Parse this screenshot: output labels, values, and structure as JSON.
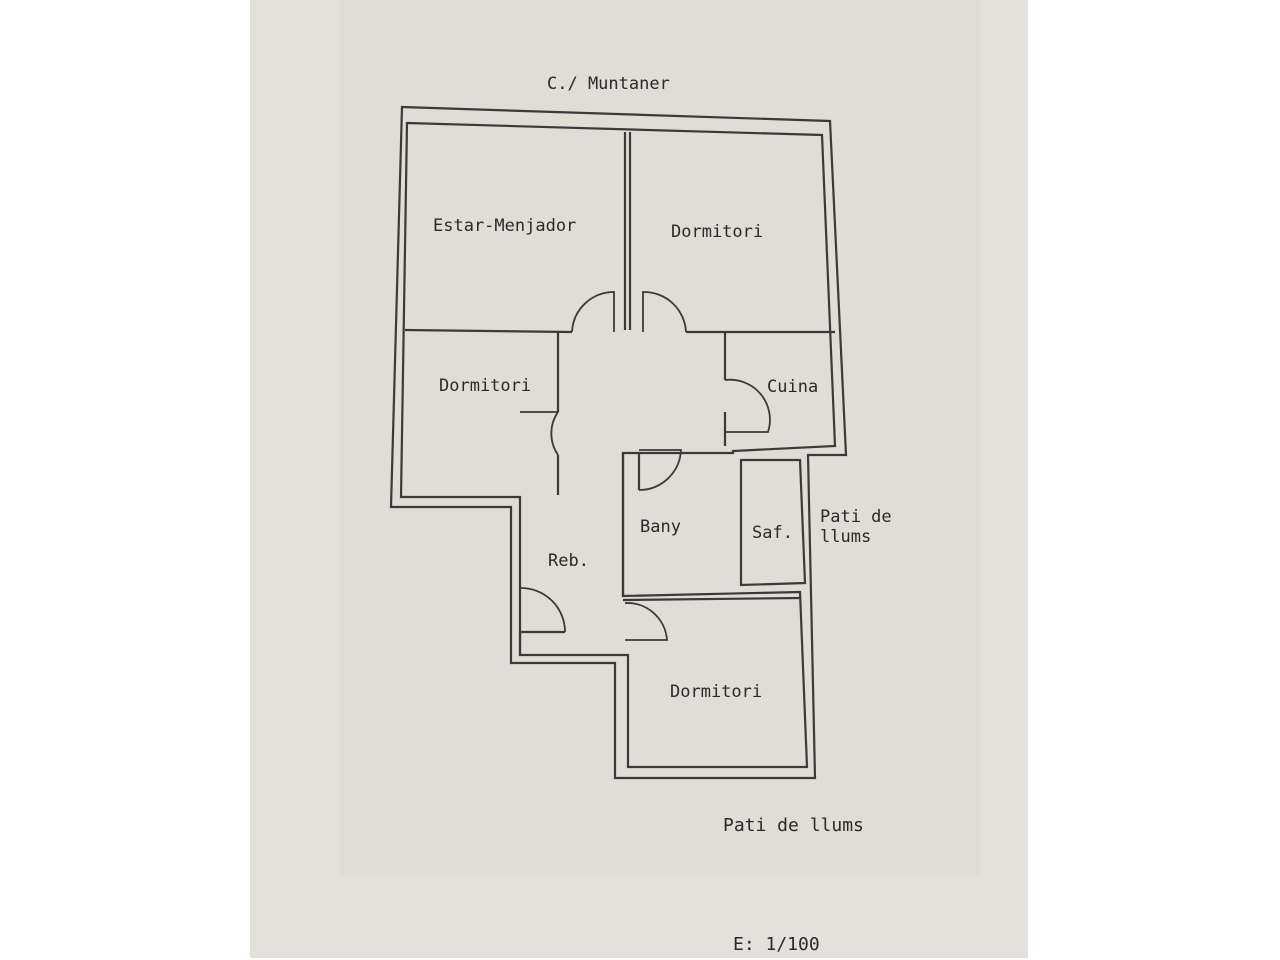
{
  "plan": {
    "street_label": "C./ Muntaner",
    "scale_label": "E: 1/100",
    "rooms": [
      {
        "id": "estar",
        "label": "Estar-Menjador"
      },
      {
        "id": "dorm1",
        "label": "Dormitori"
      },
      {
        "id": "dorm2",
        "label": "Dormitori"
      },
      {
        "id": "cuina",
        "label": "Cuina"
      },
      {
        "id": "bany",
        "label": "Bany"
      },
      {
        "id": "saf",
        "label": "Saf."
      },
      {
        "id": "reb",
        "label": "Reb."
      },
      {
        "id": "dorm3",
        "label": "Dormitori"
      }
    ],
    "pati_side_line1": "Pati de",
    "pati_side_line2": "llums",
    "pati_bottom": "Pati de llums"
  }
}
